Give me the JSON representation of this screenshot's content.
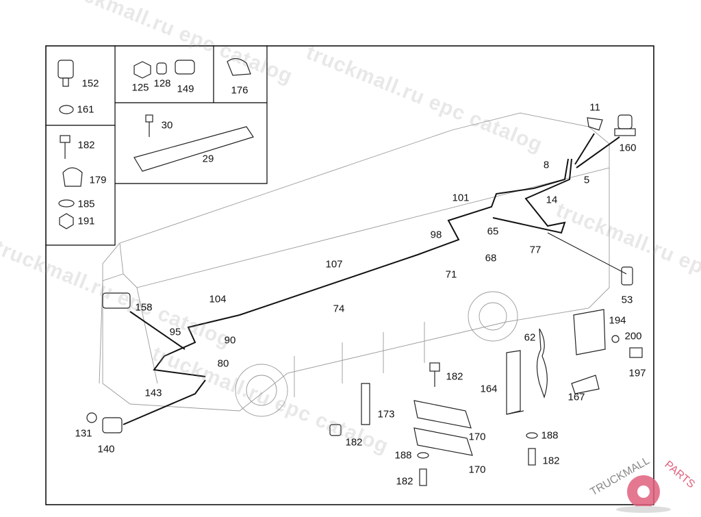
{
  "diagram": {
    "callouts": [
      "152",
      "161",
      "125",
      "128",
      "149",
      "176",
      "30",
      "29",
      "182",
      "179",
      "185",
      "191",
      "11",
      "160",
      "8",
      "5",
      "14",
      "101",
      "65",
      "98",
      "68",
      "77",
      "71",
      "107",
      "74",
      "104",
      "158",
      "95",
      "90",
      "80",
      "143",
      "131",
      "140",
      "53",
      "194",
      "200",
      "197",
      "62",
      "182",
      "164",
      "167",
      "173",
      "170",
      "182",
      "188",
      "182",
      "188",
      "170",
      "182"
    ]
  },
  "watermark": {
    "text": "truckmall.ru epc catalog"
  },
  "logo": {
    "text_black": "TRUCKMALL",
    "text_red": "PARTS",
    "accent": "#e0607e"
  }
}
